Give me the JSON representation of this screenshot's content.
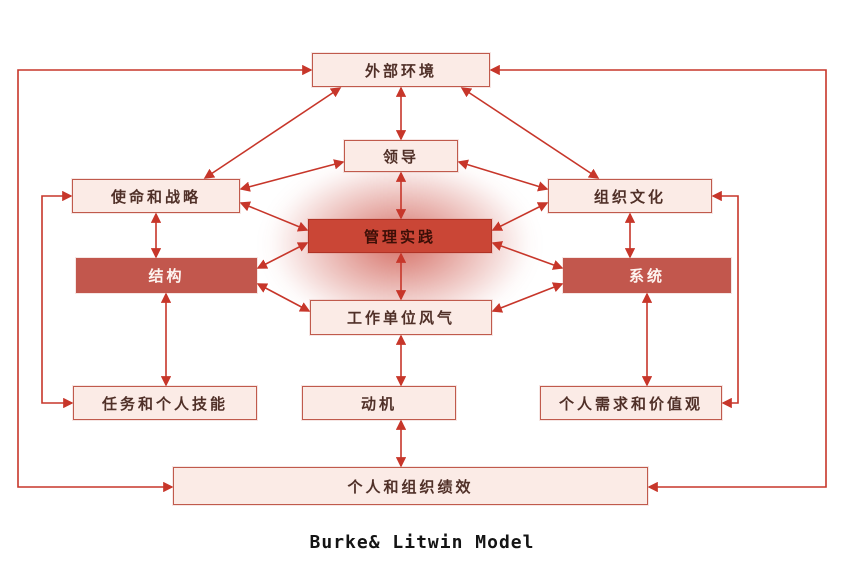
{
  "title": "Burke& Litwin Model",
  "colors": {
    "accent": "#c7362a",
    "box_border": "#c05a4c",
    "box_fill": "#fbebe6",
    "solid_fill": "#c2574d",
    "solid_text": "#fdf4f0",
    "highlight_fill": "#ca4636",
    "text": "#503028"
  },
  "nodes": {
    "external_environment": "外部环境",
    "leadership": "领导",
    "mission_strategy": "使命和战略",
    "org_culture": "组织文化",
    "management_practice": "管理实践",
    "structure": "结构",
    "systems": "系统",
    "work_unit_climate": "工作单位风气",
    "task_skills": "任务和个人技能",
    "motivation": "动机",
    "individual_needs": "个人需求和价值观",
    "performance": "个人和组织绩效"
  }
}
